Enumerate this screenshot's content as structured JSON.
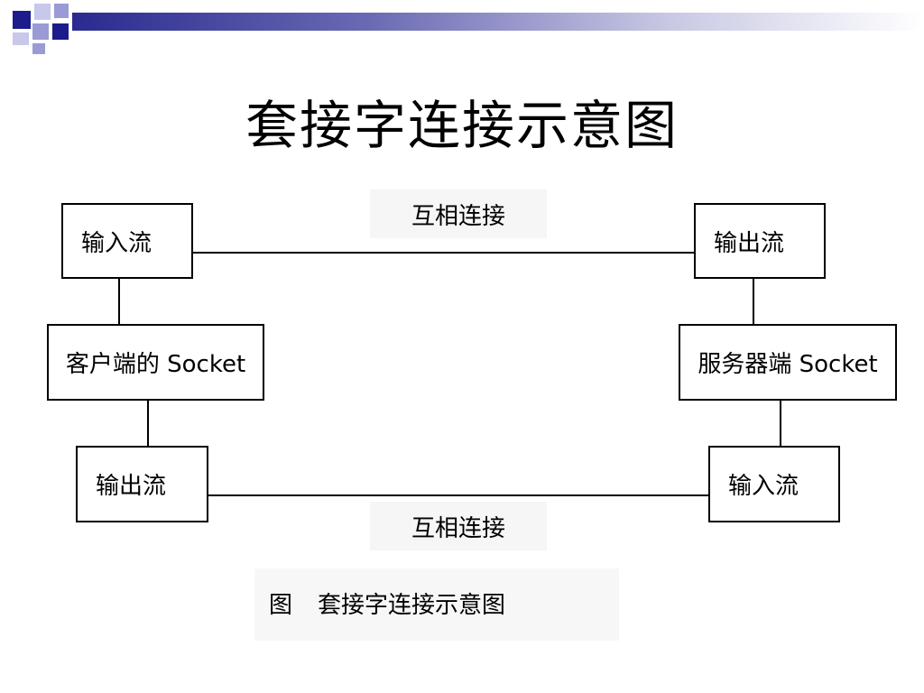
{
  "title": "套接字连接示意图",
  "client": {
    "input_stream": "输入流",
    "socket": "客户端的 Socket",
    "output_stream": "输出流"
  },
  "server": {
    "output_stream": "输出流",
    "socket": "服务器端 Socket",
    "input_stream": "输入流"
  },
  "connections": {
    "top_label": "互相连接",
    "bottom_label": "互相连接"
  },
  "caption": {
    "figure_label": "图",
    "text": "套接字连接示意图"
  },
  "colors": {
    "decor_navy": "#1c1c8c",
    "decor_lavender": "#9a9ad6",
    "line": "#000000"
  }
}
